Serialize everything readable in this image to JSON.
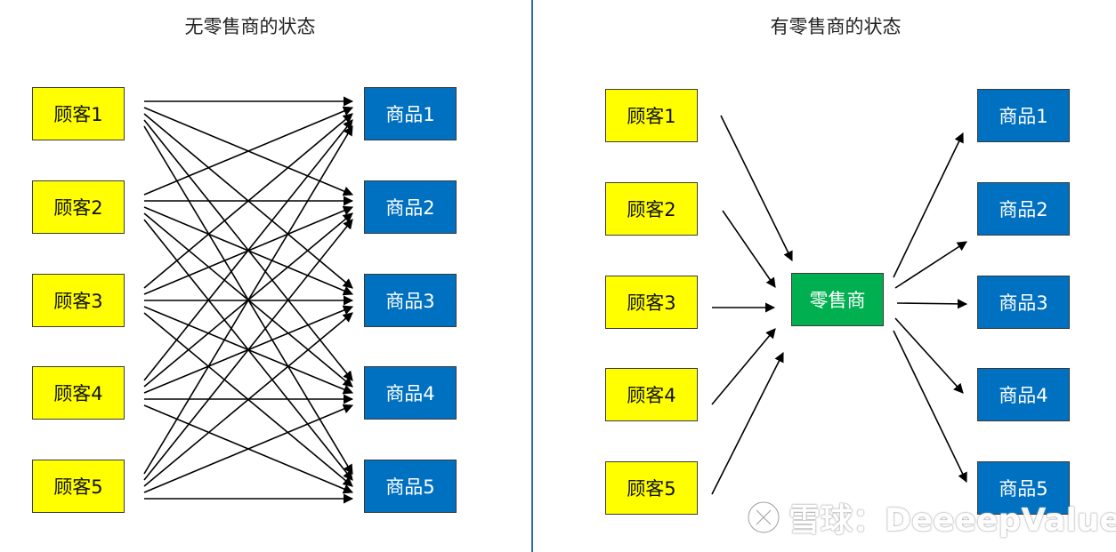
{
  "left_panel": {
    "title": "无零售商的状态",
    "customers": [
      "顾客1",
      "顾客2",
      "顾客3",
      "顾客4",
      "顾客5"
    ],
    "products": [
      "商品1",
      "商品2",
      "商品3",
      "商品4",
      "商品5"
    ]
  },
  "right_panel": {
    "title": "有零售商的状态",
    "customers": [
      "顾客1",
      "顾客2",
      "顾客3",
      "顾客4",
      "顾客5"
    ],
    "retailer": "零售商",
    "products": [
      "商品1",
      "商品2",
      "商品3",
      "商品4",
      "商品5"
    ]
  },
  "watermark": {
    "text": "雪球：DeeeepValue"
  },
  "colors": {
    "customer": "#ffff00",
    "product": "#0070c0",
    "retailer": "#00b050",
    "divider": "#2e6bb0"
  }
}
